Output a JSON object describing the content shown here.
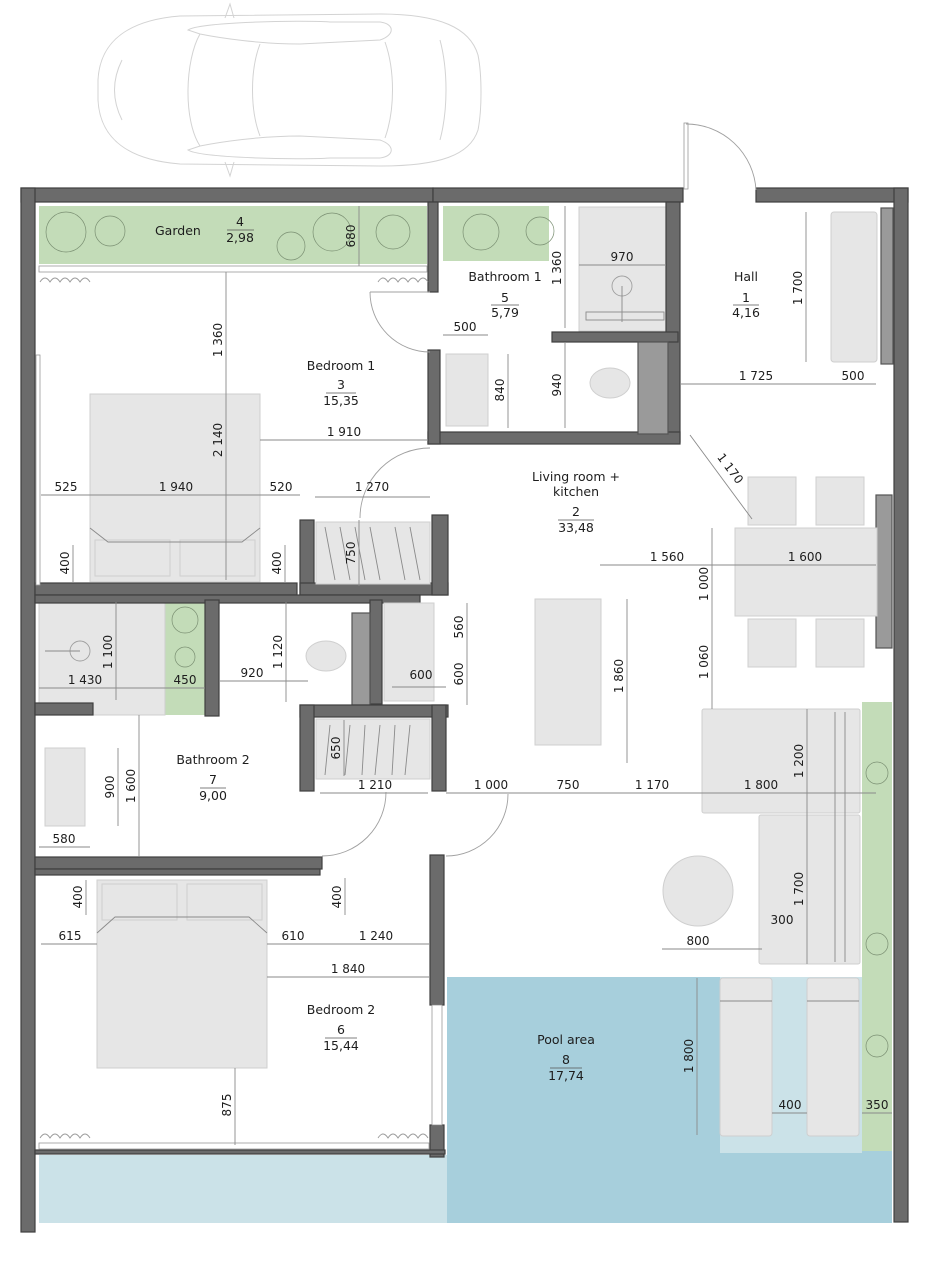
{
  "plan": {
    "colors": {
      "wall": "#6b6b6b",
      "garden": "#c3dcb8",
      "pool": "#a7cfdc",
      "pool_light": "#cbe2e8",
      "furniture": "#e6e6e6",
      "dimension_line": "#8a8a8a"
    },
    "rooms": [
      {
        "id": "hall",
        "name": "Hall",
        "number": "1",
        "area": "4,16"
      },
      {
        "id": "living",
        "name_line1": "Living room +",
        "name_line2": "kitchen",
        "number": "2",
        "area": "33,48"
      },
      {
        "id": "bedroom1",
        "name": "Bedroom 1",
        "number": "3",
        "area": "15,35"
      },
      {
        "id": "garden",
        "name": "Garden",
        "number": "4",
        "area": "2,98"
      },
      {
        "id": "bathroom1",
        "name": "Bathroom 1",
        "number": "5",
        "area": "5,79"
      },
      {
        "id": "bedroom2",
        "name": "Bedroom 2",
        "number": "6",
        "area": "15,44"
      },
      {
        "id": "bathroom2",
        "name": "Bathroom 2",
        "number": "7",
        "area": "9,00"
      },
      {
        "id": "pool",
        "name": "Pool area",
        "number": "8",
        "area": "17,74"
      }
    ],
    "dimensions": {
      "garden_depth": "680",
      "bed1_top_clearance": "1 360",
      "bed1_length": "2 140",
      "bed1_to_wall": "1 910",
      "bed1_left": "525",
      "bed1_width": "1 940",
      "bed1_right": "520",
      "bed1_night_l": "400",
      "bed1_night_r": "400",
      "wardrobe1_width": "1 270",
      "wardrobe1_depth": "750",
      "bath1_shower_depth": "1 360",
      "bath1_shower_width": "970",
      "bath1_vanity_width": "500",
      "bath1_vanity_depth": "840",
      "bath1_wc_depth": "940",
      "hall_bench_length": "1 700",
      "hall_clear": "1 725",
      "hall_bench_depth": "500",
      "diag_1170": "1 170",
      "dining_offset": "1 560",
      "dining_table_len": "1 600",
      "dining_table_width": "1 000",
      "dining_to_sofa": "1 060",
      "kitchen_560": "560",
      "kitchen_600_v": "600",
      "kitchen_600_h": "600",
      "island_len": "1 860",
      "bath2_shower_w": "1 430",
      "bath2_shower_d": "1 100",
      "bath2_planter": "450",
      "bath2_wc_clear": "920",
      "bath2_wc_depth": "1 120",
      "bath2_tub_len": "900",
      "bath2_clear": "1 600",
      "bath2_tub_w": "580",
      "wardrobe2_depth": "650",
      "wardrobe2_width": "1 210",
      "living_1000": "1 000",
      "living_750": "750",
      "living_1170": "1 170",
      "sofa_len": "1 800",
      "sofa_depth": "1 200",
      "sofa_chaise": "1 700",
      "coffee_table": "800",
      "coffee_gap": "300",
      "bed2_night_l": "400",
      "bed2_night_r": "400",
      "bed2_left": "615",
      "bed2_right": "610",
      "bed2_to_wall": "1 240",
      "bed2_clear": "1 840",
      "bed2_foot": "875",
      "pool_lounger_len": "1 800",
      "pool_gap": "400",
      "pool_planter": "350"
    }
  }
}
